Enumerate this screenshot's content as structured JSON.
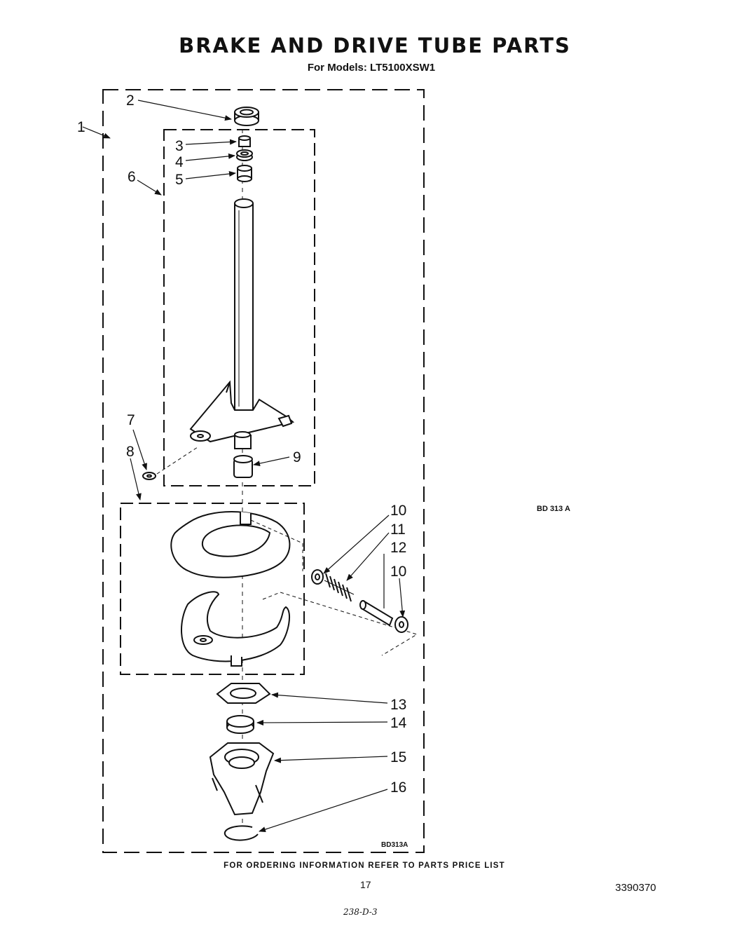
{
  "header": {
    "title": "BRAKE AND DRIVE TUBE PARTS",
    "subtitle": "For Models: LT5100XSW1"
  },
  "diagram": {
    "reference_code": "BD 313 A",
    "inner_reference_code": "BD313A",
    "callouts": [
      "1",
      "2",
      "3",
      "4",
      "5",
      "6",
      "7",
      "8",
      "9",
      "10",
      "11",
      "12",
      "10",
      "13",
      "14",
      "15",
      "16"
    ]
  },
  "footer": {
    "ordering_note": "FOR ORDERING INFORMATION REFER TO PARTS PRICE LIST",
    "page_number": "17",
    "document_number": "3390370",
    "handwritten_note": "238-D-3"
  }
}
